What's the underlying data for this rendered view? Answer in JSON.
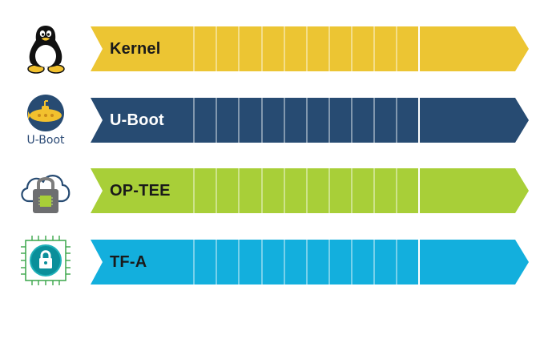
{
  "rows": [
    {
      "label": "Kernel",
      "color": "#ecc533",
      "text_color": "#1a1a1a",
      "icon": "tux-penguin-icon"
    },
    {
      "label": "U-Boot",
      "color": "#274b72",
      "text_color": "#ffffff",
      "icon": "submarine-icon",
      "caption": "U-Boot"
    },
    {
      "label": "OP-TEE",
      "color": "#a8cf38",
      "text_color": "#1a1a1a",
      "icon": "cloud-lock-icon"
    },
    {
      "label": "TF-A",
      "color": "#13afdd",
      "text_color": "#1a1a1a",
      "icon": "chip-lock-icon"
    }
  ]
}
